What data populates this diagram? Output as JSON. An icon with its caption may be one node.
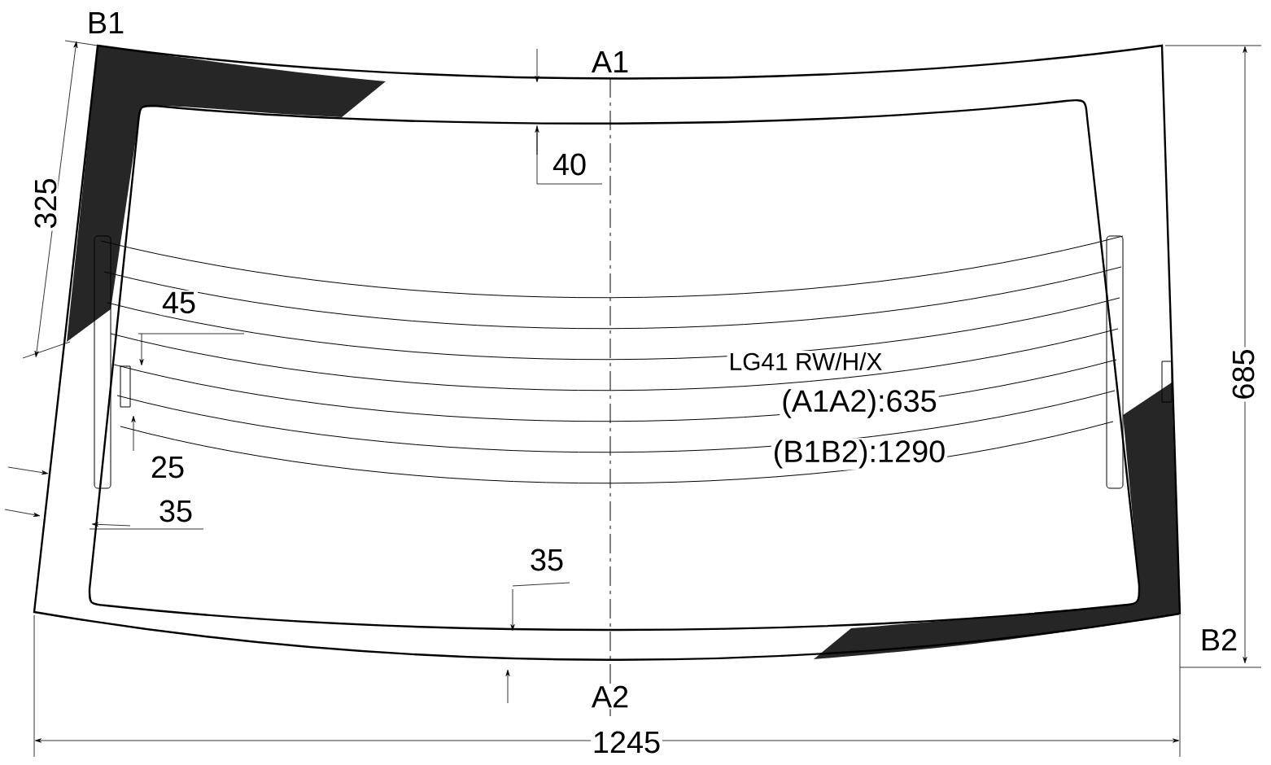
{
  "diagram": {
    "labels": [
      "B1",
      "A1",
      "325",
      "40",
      "45",
      "LG41 RW/H/X",
      "(A1A2):635",
      "(B1B2):1290",
      "25",
      "35",
      "35",
      "685",
      "B2",
      "A2",
      "1245"
    ]
  }
}
